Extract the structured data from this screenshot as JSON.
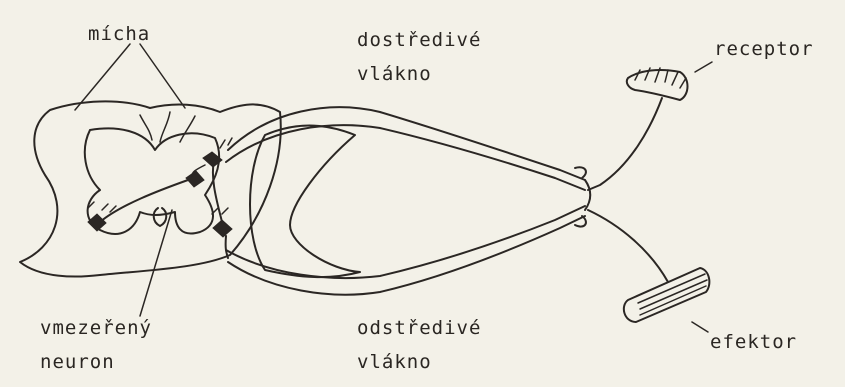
{
  "labels": {
    "micha": "mícha",
    "dostredive_line1": "dostředivé",
    "dostredive_line2": "vlákno",
    "receptor": "receptor",
    "vmezereny_line1": "vmezeřený",
    "vmezereny_line2": "neuron",
    "odstredive_line1": "odstředivé",
    "odstredive_line2": "vlákno",
    "efektor": "efektor"
  },
  "colors": {
    "ink": "#2b2724",
    "paper": "#f3f1e8"
  }
}
